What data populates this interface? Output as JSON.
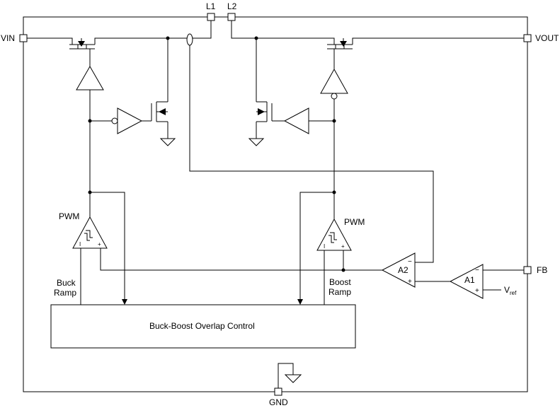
{
  "pins": {
    "vin": "VIN",
    "vout": "VOUT",
    "l1": "L1",
    "l2": "L2",
    "fb": "FB",
    "gnd": "GND"
  },
  "blocks": {
    "pwm_left": "PWM",
    "pwm_right": "PWM",
    "buck_ramp_line1": "Buck",
    "buck_ramp_line2": "Ramp",
    "boost_ramp_line1": "Boost",
    "boost_ramp_line2": "Ramp",
    "overlap_control": "Buck-Boost Overlap Control",
    "amp_a2": "A2",
    "amp_a1": "A1",
    "vref_main": "V",
    "vref_sub": "ref"
  },
  "signs": {
    "minus": "−",
    "plus": "+",
    "i": "I"
  }
}
